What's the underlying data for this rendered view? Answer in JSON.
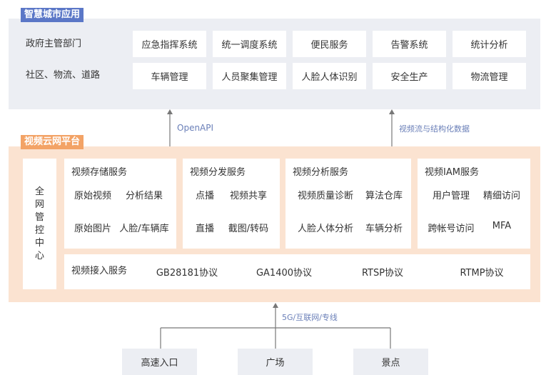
{
  "colors": {
    "blue_tag": "#5b77c7",
    "orange_tag": "#f3a366",
    "gray_panel": "#eceef3",
    "orange_panel": "#fbe3d1",
    "arrow_gray": "#777777",
    "link_blue": "#6a7fb8"
  },
  "top": {
    "tag": "智慧城市应用",
    "row1": {
      "label": "政府主管部门",
      "items": [
        "应急指挥系统",
        "统一调度系统",
        "便民服务",
        "告警系统",
        "统计分析"
      ]
    },
    "row2": {
      "label": "社区、物流、道路",
      "items": [
        "车辆管理",
        "人员聚集管理",
        "人脸人体识别",
        "安全生产",
        "物流管理"
      ]
    }
  },
  "connectors": {
    "openapi": "OpenAPI",
    "stream": "视频流与结构化数据",
    "network": "5G/互联网/专线"
  },
  "platform": {
    "tag": "视频云网平台",
    "mgmt": [
      "全",
      "网",
      "管",
      "控",
      "中",
      "心"
    ],
    "storage": {
      "title": "视频存储服务",
      "items": [
        "原始视频",
        "分析结果",
        "原始图片",
        "人脸/车辆库"
      ]
    },
    "distribution": {
      "title": "视频分发服务",
      "items": [
        "点播",
        "视频共享",
        "直播",
        "截图/转码"
      ]
    },
    "analysis": {
      "title": "视频分析服务",
      "items": [
        "视频质量诊断",
        "算法仓库",
        "人脸人体分析",
        "车辆分析"
      ]
    },
    "iam": {
      "title": "视频IAM服务",
      "items": [
        "用户管理",
        "精细访问",
        "跨帐号访问",
        "MFA"
      ]
    },
    "access": {
      "title": "视频接入服务",
      "protocols": [
        "GB28181协议",
        "GA1400协议",
        "RTSP协议",
        "RTMP协议"
      ]
    }
  },
  "sources": [
    "高速入口",
    "广场",
    "景点"
  ]
}
